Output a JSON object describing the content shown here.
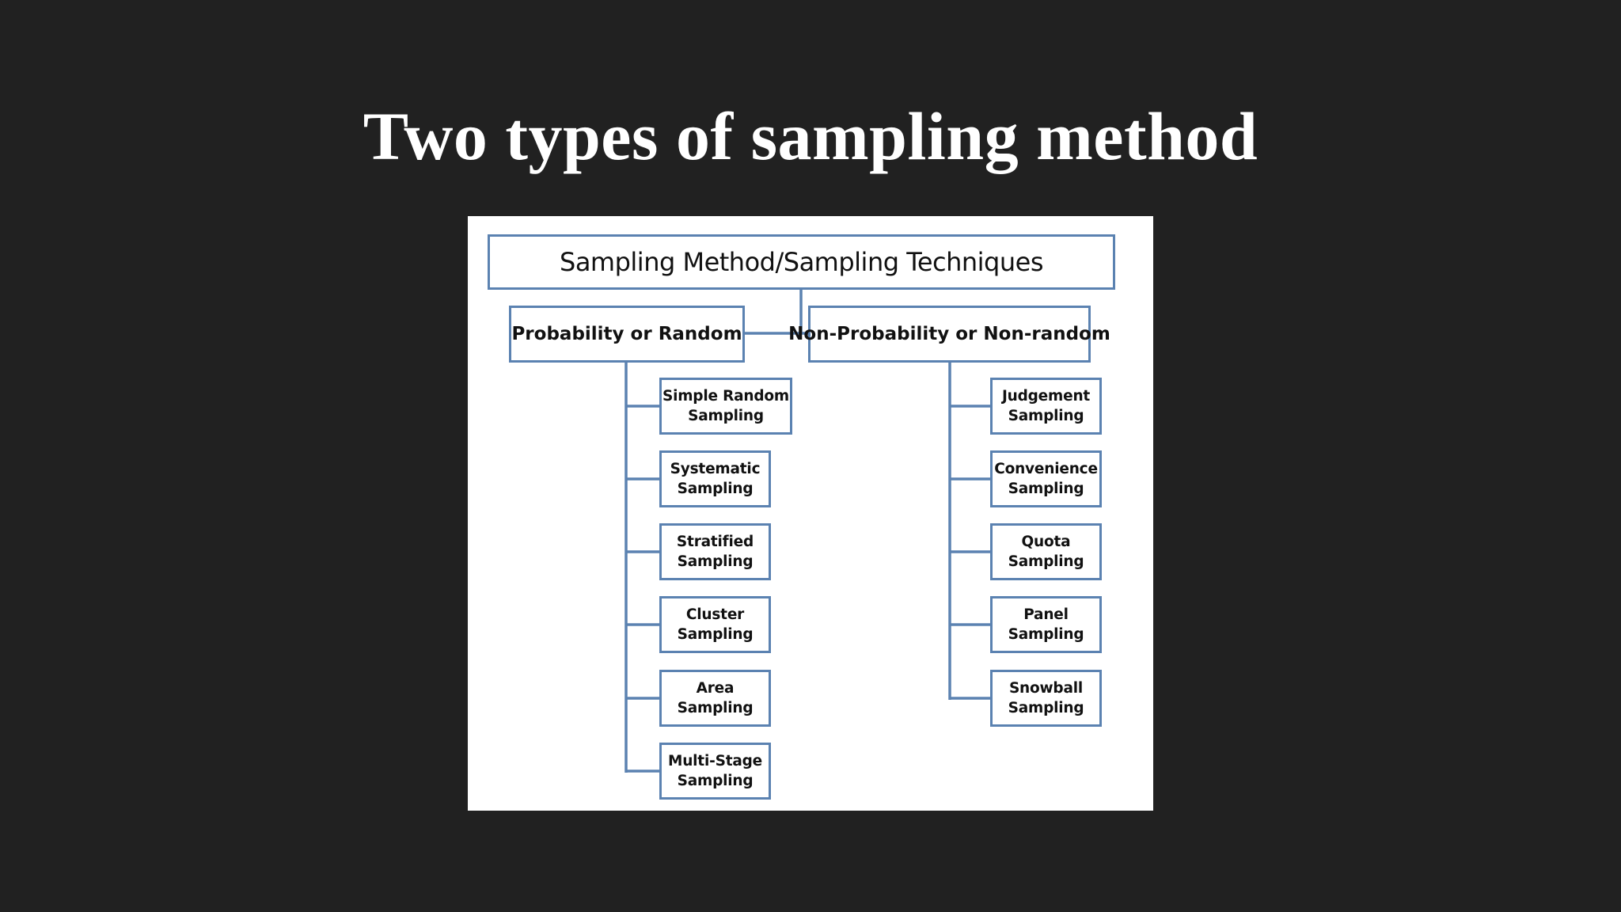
{
  "slide": {
    "title": "Two types of sampling method"
  },
  "diagram": {
    "root": "Sampling Method/Sampling Techniques",
    "probability": {
      "label": "Probability or Random",
      "methods": [
        "Simple Random\nSampling",
        "Systematic\nSampling",
        "Stratified\nSampling",
        "Cluster\nSampling",
        "Area\nSampling",
        "Multi-Stage\nSampling"
      ]
    },
    "non_probability": {
      "label": "Non-Probability or Non-random",
      "methods": [
        "Judgement\nSampling",
        "Convenience\nSampling",
        "Quota\nSampling",
        "Panel\nSampling",
        "Snowball\nSampling"
      ]
    },
    "colors": {
      "background": "#212121",
      "panel": "#ffffff",
      "box_border": "#5b82b1",
      "connector": "#5b82b1",
      "title_text": "#ffffff",
      "box_text": "#111111"
    }
  }
}
